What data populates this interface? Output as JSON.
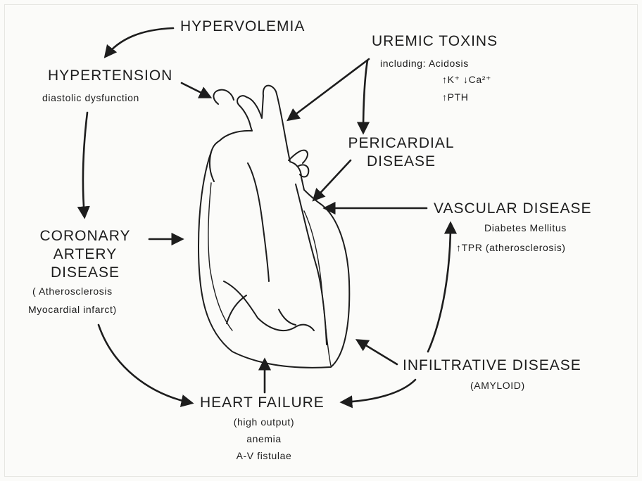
{
  "nodes": {
    "hypervolemia": {
      "title": "HYPERVOLEMIA"
    },
    "hypertension": {
      "title": "HYPERTENSION",
      "sub": "diastolic dysfunction"
    },
    "uremic_toxins": {
      "title": "UREMIC TOXINS",
      "line1": "including: Acidosis",
      "line2": "↑K⁺ ↓Ca²⁺",
      "line3": "↑PTH"
    },
    "pericardial": {
      "line1": "PERICARDIAL",
      "line2": "DISEASE"
    },
    "vascular": {
      "title": "VASCULAR DISEASE",
      "sub1": "Diabetes Mellitus",
      "sub2": "↑TPR (atherosclerosis)"
    },
    "coronary": {
      "line1": "CORONARY",
      "line2": "ARTERY",
      "line3": "DISEASE",
      "sub1": "( Atherosclerosis",
      "sub2": "Myocardial infarct)"
    },
    "infiltrative": {
      "title": "INFILTRATIVE DISEASE",
      "sub": "(AMYLOID)"
    },
    "heart_failure": {
      "title": "HEART FAILURE",
      "sub1": "(high output)",
      "sub2": "anemia",
      "sub3": "A-V fistulae"
    }
  },
  "colors": {
    "ink": "#1d1d1d",
    "background": "#fbfbf9"
  }
}
